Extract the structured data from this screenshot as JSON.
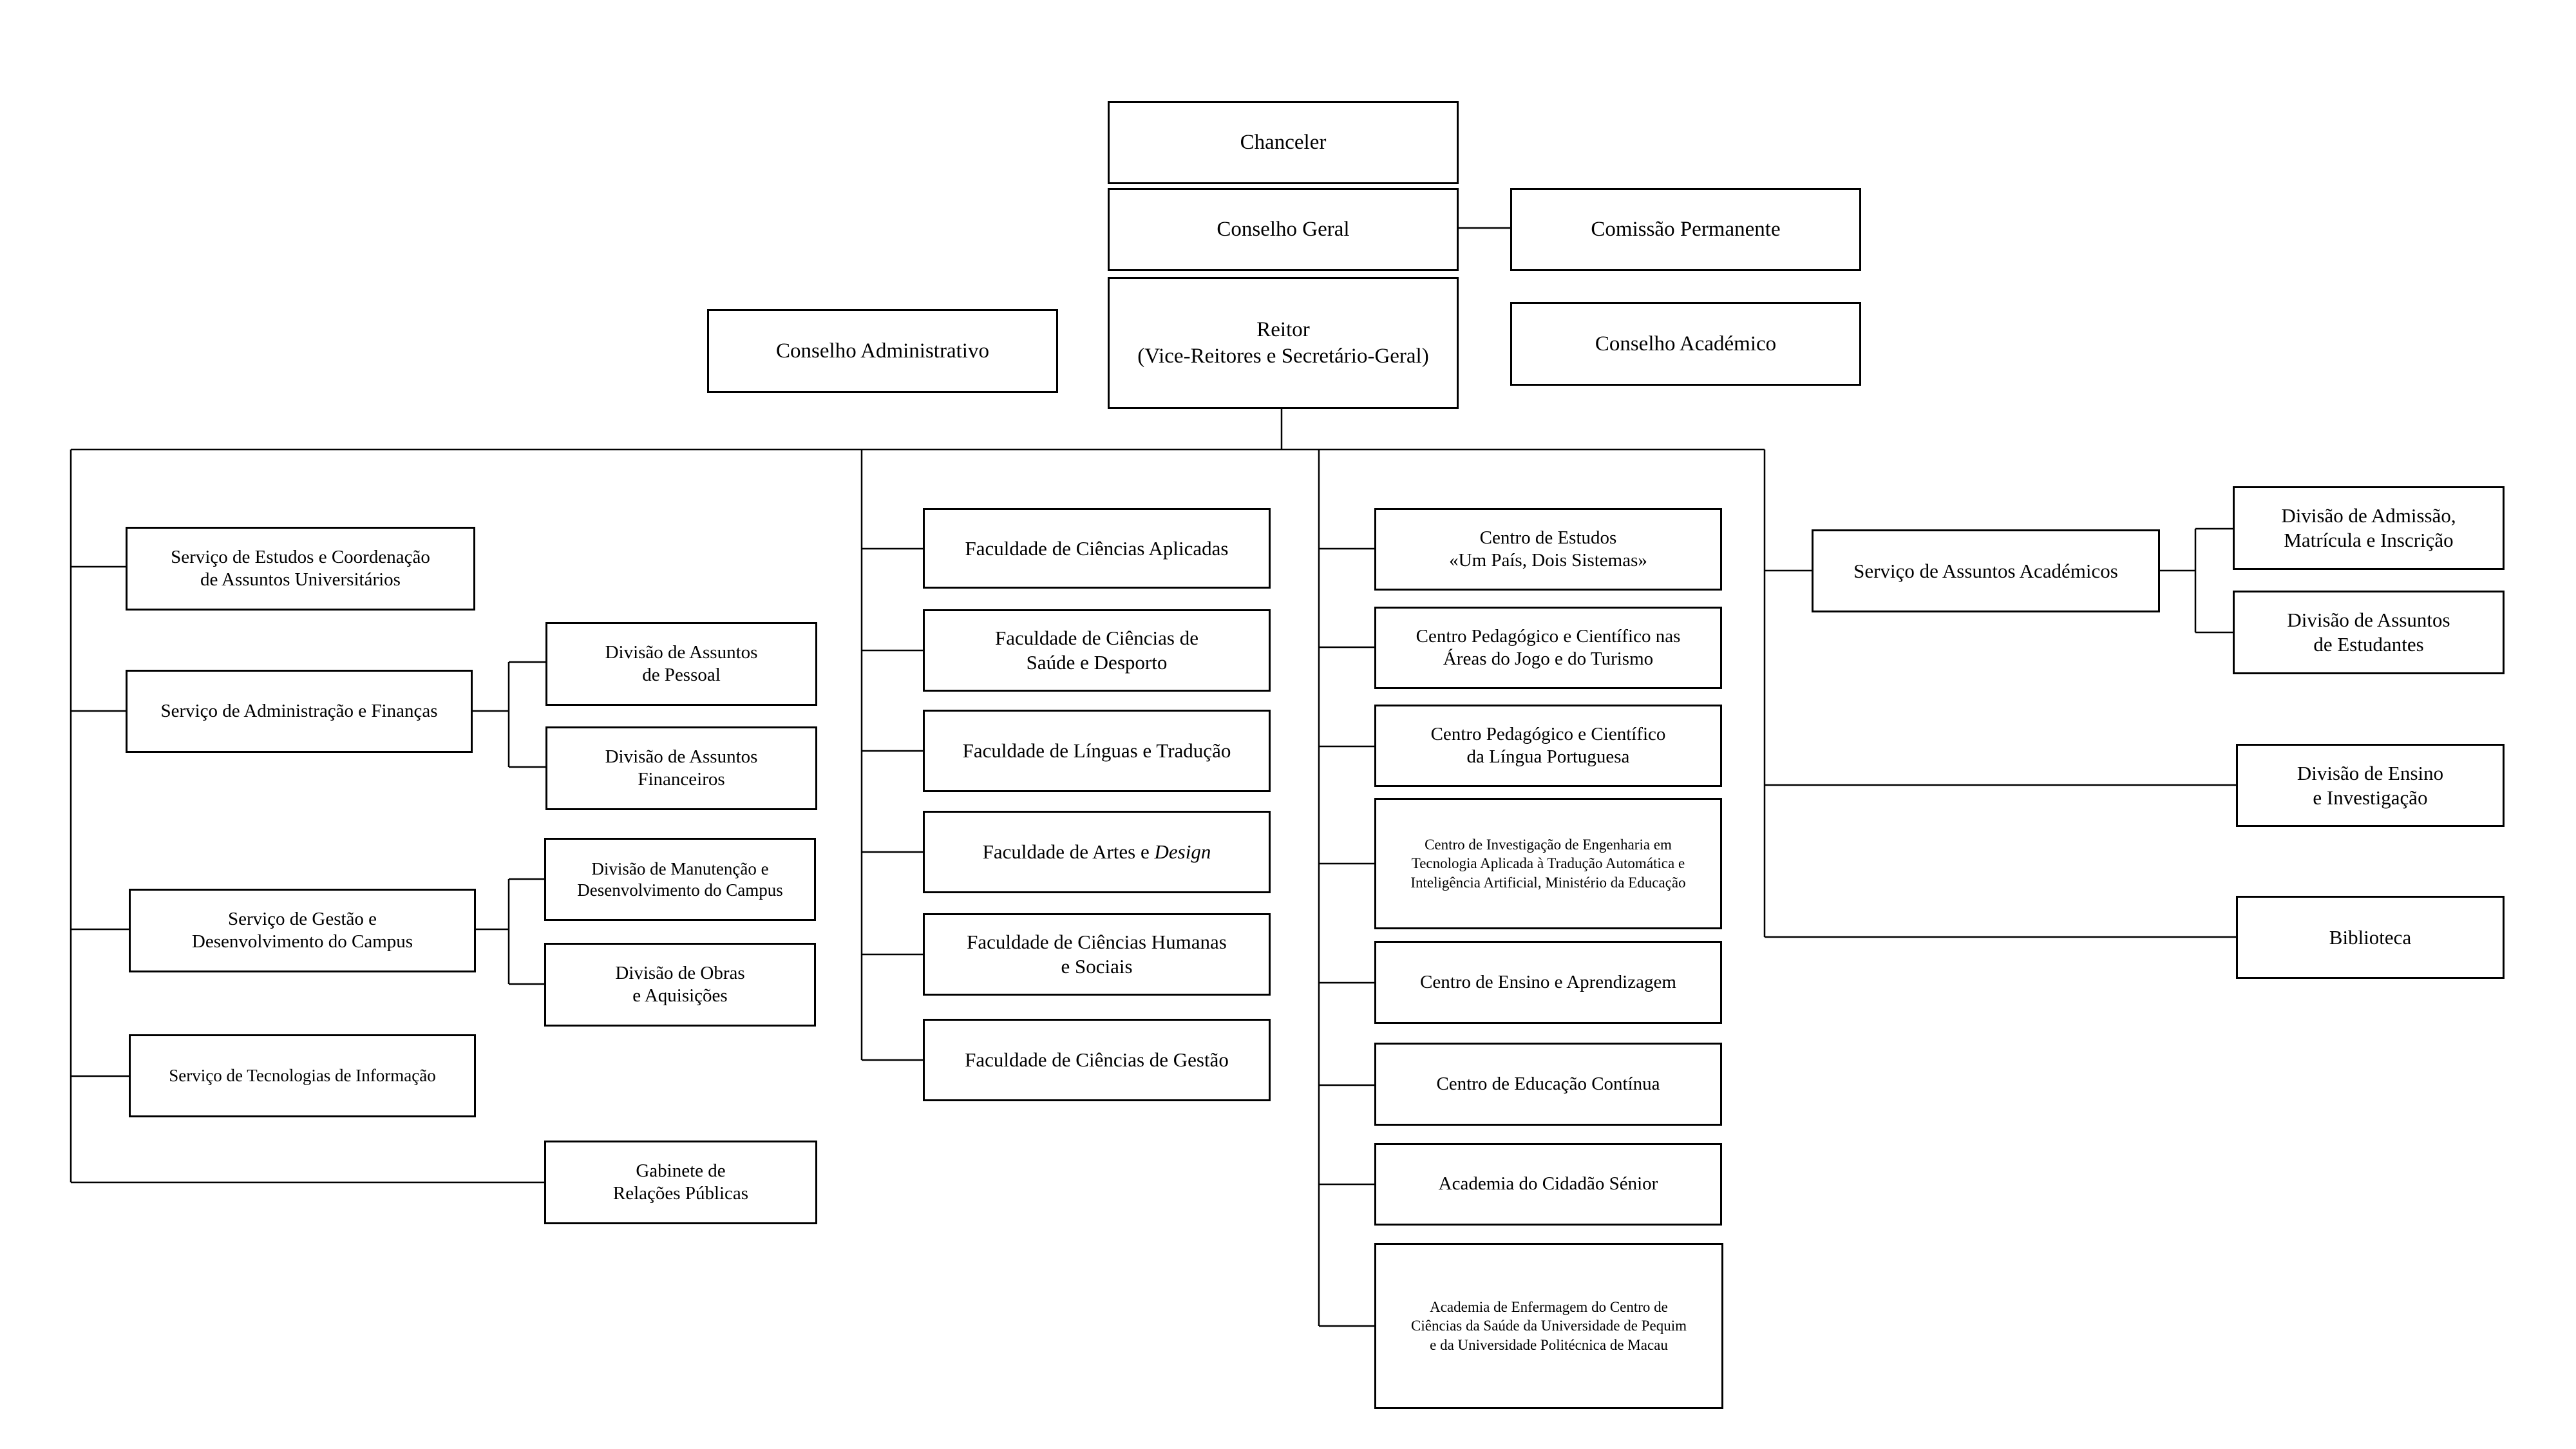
{
  "org_chart": {
    "top": {
      "chanceler": "Chanceler",
      "conselho_geral": "Conselho Geral",
      "comissao_permanente": "Comissão Permanente",
      "reitor": "Reitor\n(Vice-Reitores e Secretário-Geral)",
      "conselho_administrativo": "Conselho Administrativo",
      "conselho_academico": "Conselho Académico"
    },
    "services": {
      "estudos_coordenacao": "Serviço de Estudos e Coordenação\nde Assuntos Universitários",
      "administracao_financas": "Serviço de Administração e Finanças",
      "div_assuntos_pessoal": "Divisão de Assuntos\nde Pessoal",
      "div_assuntos_financeiros": "Divisão de Assuntos\nFinanceiros",
      "gestao_campus": "Serviço de Gestão e\nDesenvolvimento do Campus",
      "div_manutencao": "Divisão de Manutenção e\nDesenvolvimento do Campus",
      "div_obras": "Divisão de Obras\ne Aquisições",
      "tecnologias_informacao": "Serviço de Tecnologias de Informação",
      "gabinete_relacoes": "Gabinete de\nRelações Públicas"
    },
    "faculties": {
      "ciencias_aplicadas": "Faculdade de Ciências Aplicadas",
      "saude_desporto": "Faculdade de Ciências de\nSaúde e Desporto",
      "linguas_traducao": "Faculdade de Línguas e Tradução",
      "artes_design_prefix": "Faculdade de Artes e ",
      "artes_design_italic": "Design",
      "humanas_sociais": "Faculdade de Ciências Humanas\ne Sociais",
      "ciencias_gestao": "Faculdade de Ciências de Gestão"
    },
    "centres": {
      "um_pais_dois_sistemas": "Centro de Estudos\n«Um País, Dois Sistemas»",
      "jogo_turismo": "Centro Pedagógico e Científico nas\nÁreas do Jogo e do Turismo",
      "lingua_portuguesa": "Centro Pedagógico e Científico\nda Língua Portuguesa",
      "investigacao_engenharia": "Centro de Investigação de Engenharia em\nTecnologia Aplicada à Tradução Automática e\nInteligência Artificial, Ministério da Educação",
      "ensino_aprendizagem": "Centro de Ensino e Aprendizagem",
      "educacao_continua": "Centro de Educação Contínua",
      "cidadao_senior": "Academia do Cidadão Sénior",
      "enfermagem": "Academia de Enfermagem do Centro de\nCiências da Saúde da Universidade de Pequim\ne da Universidade Politécnica de Macau"
    },
    "academic": {
      "assuntos_academicos": "Serviço de Assuntos Académicos",
      "div_admissao": "Divisão de Admissão,\nMatrícula e Inscrição",
      "div_assuntos_estudantes": "Divisão de Assuntos\nde Estudantes",
      "div_ensino_investigacao": "Divisão de Ensino\ne Investigação",
      "biblioteca": "Biblioteca"
    }
  }
}
